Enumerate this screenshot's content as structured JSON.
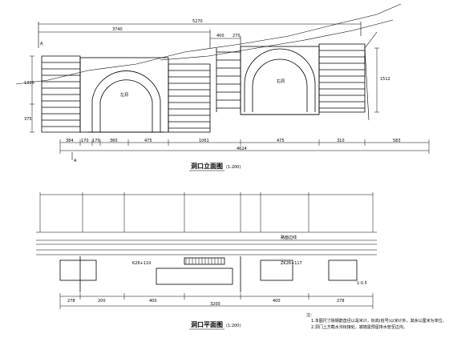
{
  "elevation": {
    "title": "洞口立面图",
    "scale": "(1:200)",
    "section_marker": "A",
    "top_dims": [
      "5270",
      "3740",
      "400",
      "270"
    ],
    "bottom_dims": [
      "384",
      "170",
      "170",
      "360",
      "475",
      "1061",
      "475",
      "310",
      "583"
    ],
    "total_dim": "4624",
    "left_dims": [
      "1320",
      "375"
    ],
    "right_dim": "1512",
    "tunnel_labels": [
      "左洞",
      "右洞"
    ]
  },
  "plan": {
    "title": "洞口平面图",
    "scale": "(1:200)",
    "stations": [
      "K26+110",
      "ZK26+117"
    ],
    "slope": "1:0.5",
    "bottom_dims": [
      "278",
      "200",
      "400",
      "400",
      "278"
    ],
    "total_dim": "3200",
    "road_label": "路面边线"
  },
  "notes": {
    "heading": "注：",
    "items": [
      "1.本图尺寸除钢筋直径以毫米计，标高(桩号)以米计外，其余以厘米为单位。",
      "2.洞门上方截水沟衔接处，端墙需预留排水管至边沟。"
    ]
  }
}
